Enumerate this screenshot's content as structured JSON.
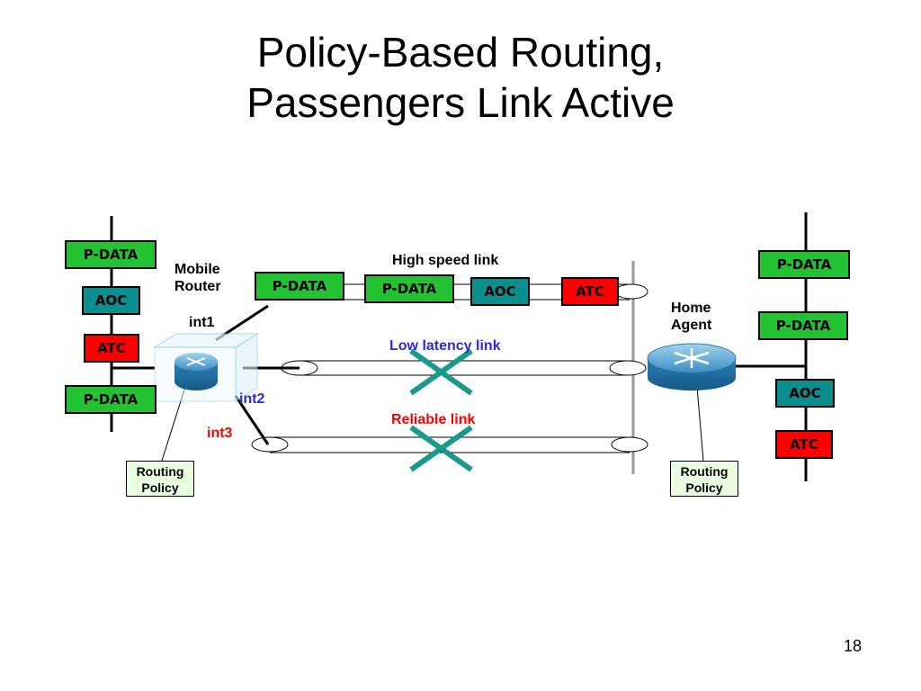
{
  "title": {
    "line1": "Policy-Based Routing,",
    "line2": "Passengers Link Active"
  },
  "left_stack": [
    "P-DATA",
    "AOC",
    "ATC",
    "P-DATA"
  ],
  "right_stack": [
    "P-DATA",
    "P-DATA",
    "AOC",
    "ATC"
  ],
  "high_speed_packets": [
    "P-DATA",
    "P-DATA",
    "AOC",
    "ATC"
  ],
  "labels": {
    "mobile_router": "Mobile\nRouter",
    "home_agent": "Home\nAgent",
    "int1": "int1",
    "int2": "int2",
    "int3": "int3",
    "high_speed_link": "High speed link",
    "low_latency_link": "Low latency link",
    "reliable_link": "Reliable link"
  },
  "routing_policy": "Routing\nPolicy",
  "page_number": "18",
  "colors": {
    "pdata": "#22c232",
    "aoc": "#0a8e8e",
    "atc": "#ff0000",
    "cross": "#1a9a8a"
  }
}
